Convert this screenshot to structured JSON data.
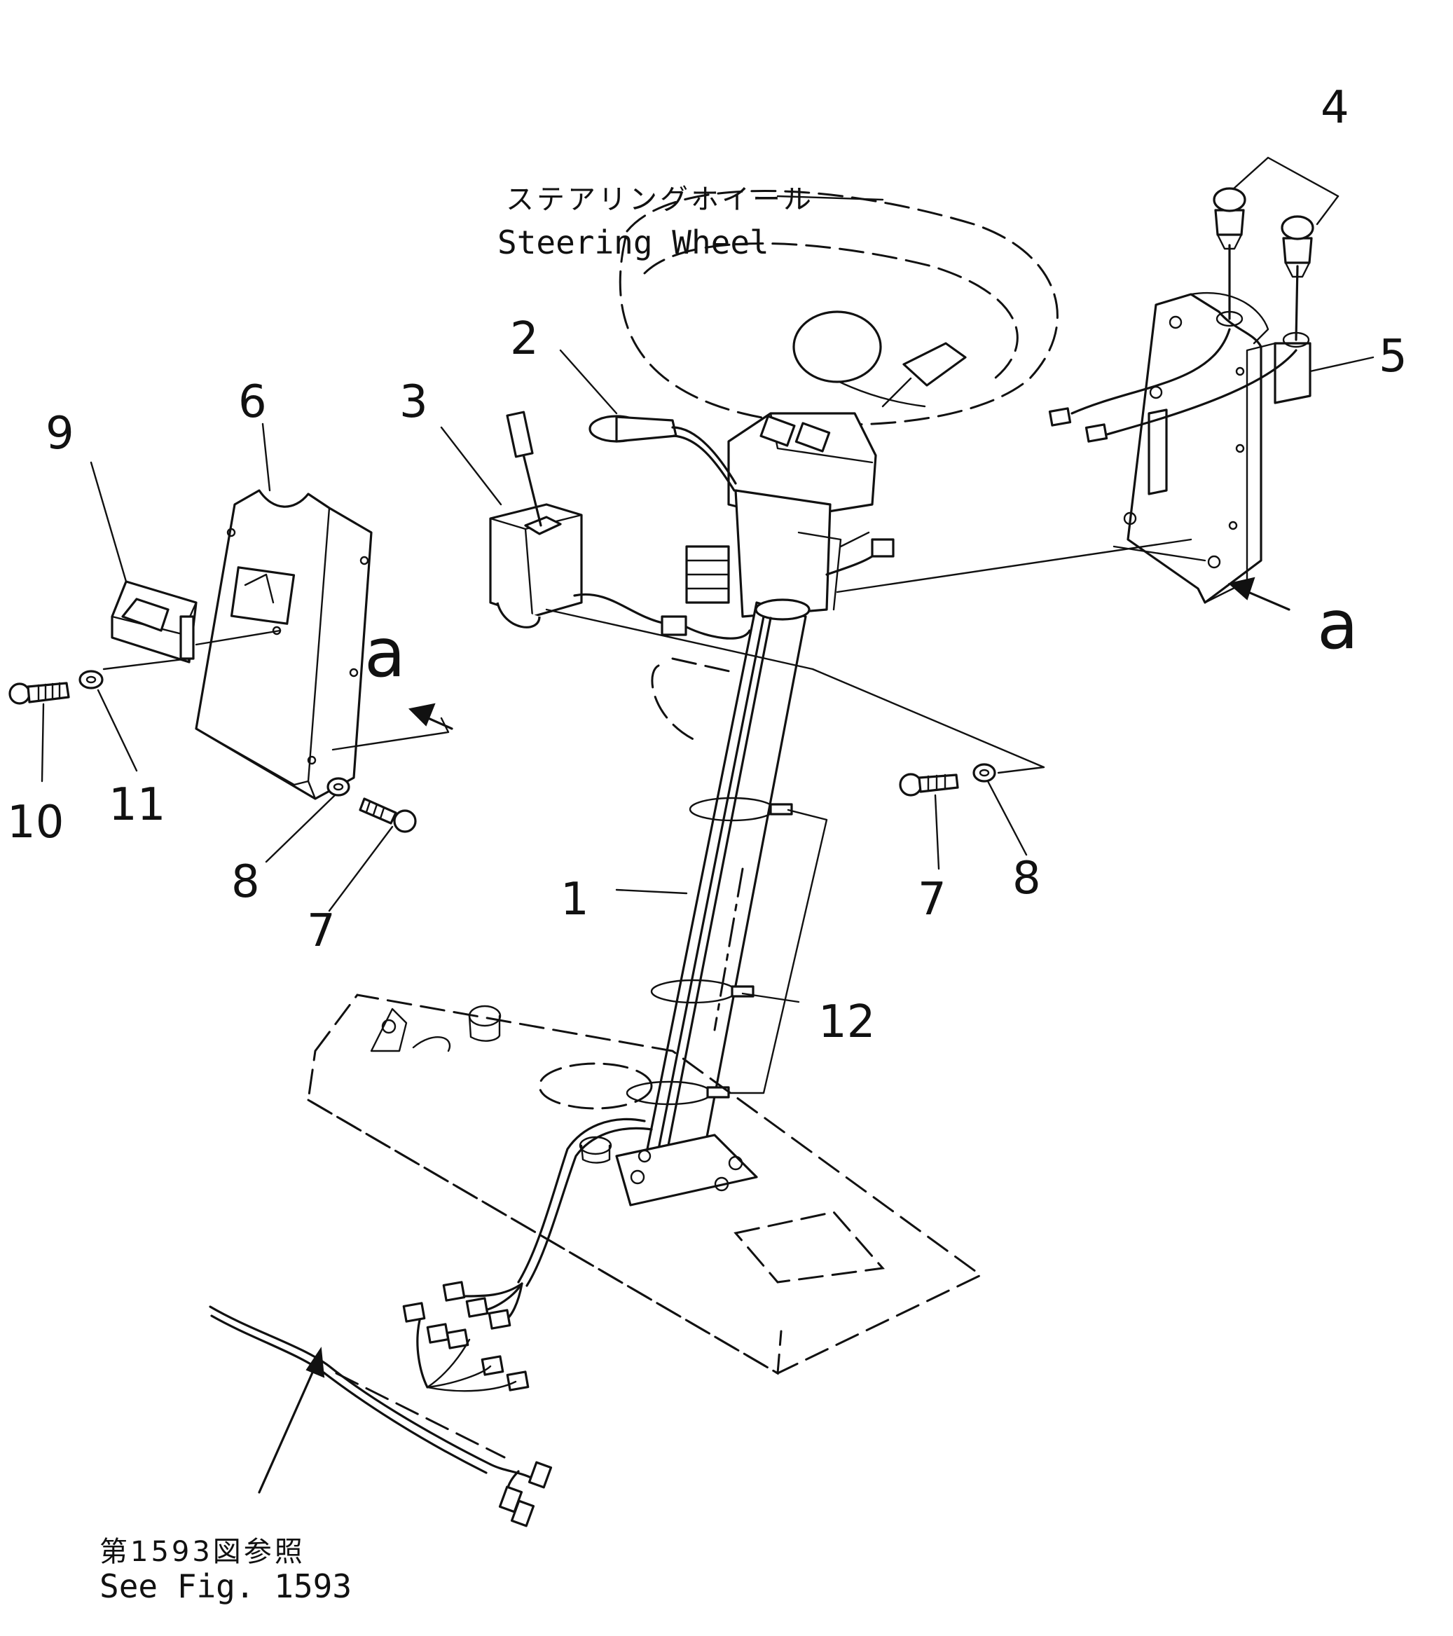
{
  "callouts": {
    "c1": "1",
    "c2": "2",
    "c3": "3",
    "c4": "4",
    "c5": "5",
    "c6": "6",
    "c7a": "7",
    "c7b": "7",
    "c8a": "8",
    "c8b": "8",
    "c9": "9",
    "c10": "10",
    "c11": "11",
    "c12": "12",
    "a_left": "a",
    "a_right": "a"
  },
  "labels": {
    "steering_jp": "ステアリングホイール",
    "steering_en": "Steering Wheel",
    "ref_jp": "第1593図参照",
    "ref_en": "See Fig. 1593"
  }
}
